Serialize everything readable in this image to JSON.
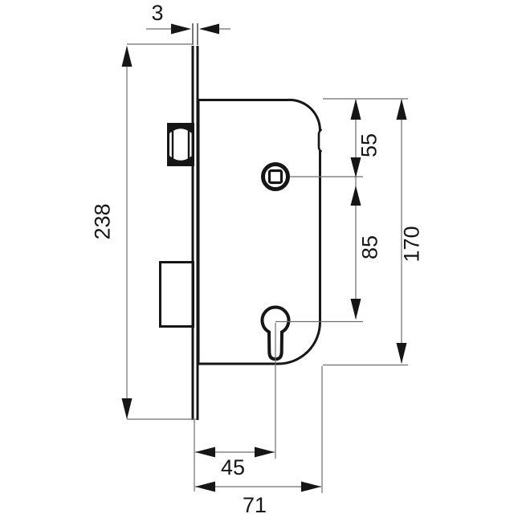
{
  "diagram": {
    "subject": "mortise-lock-dimensional-drawing",
    "view": "side-elevation",
    "units_shown": "mm (implied)",
    "colors": {
      "background": "#ffffff",
      "outline": "#161616",
      "thin_line": "#6e6e6e",
      "text": "#161616"
    },
    "dims": {
      "plate_thickness": "3",
      "plate_height": "238",
      "top_to_spindle": "55",
      "spindle_to_cylinder": "85",
      "case_height": "170",
      "backset": "45",
      "case_depth": "71"
    },
    "parts": [
      "faceplate",
      "lock-case",
      "latch-bolt",
      "deadbolt",
      "square-spindle-follower",
      "euro-cylinder-keyhole"
    ]
  }
}
